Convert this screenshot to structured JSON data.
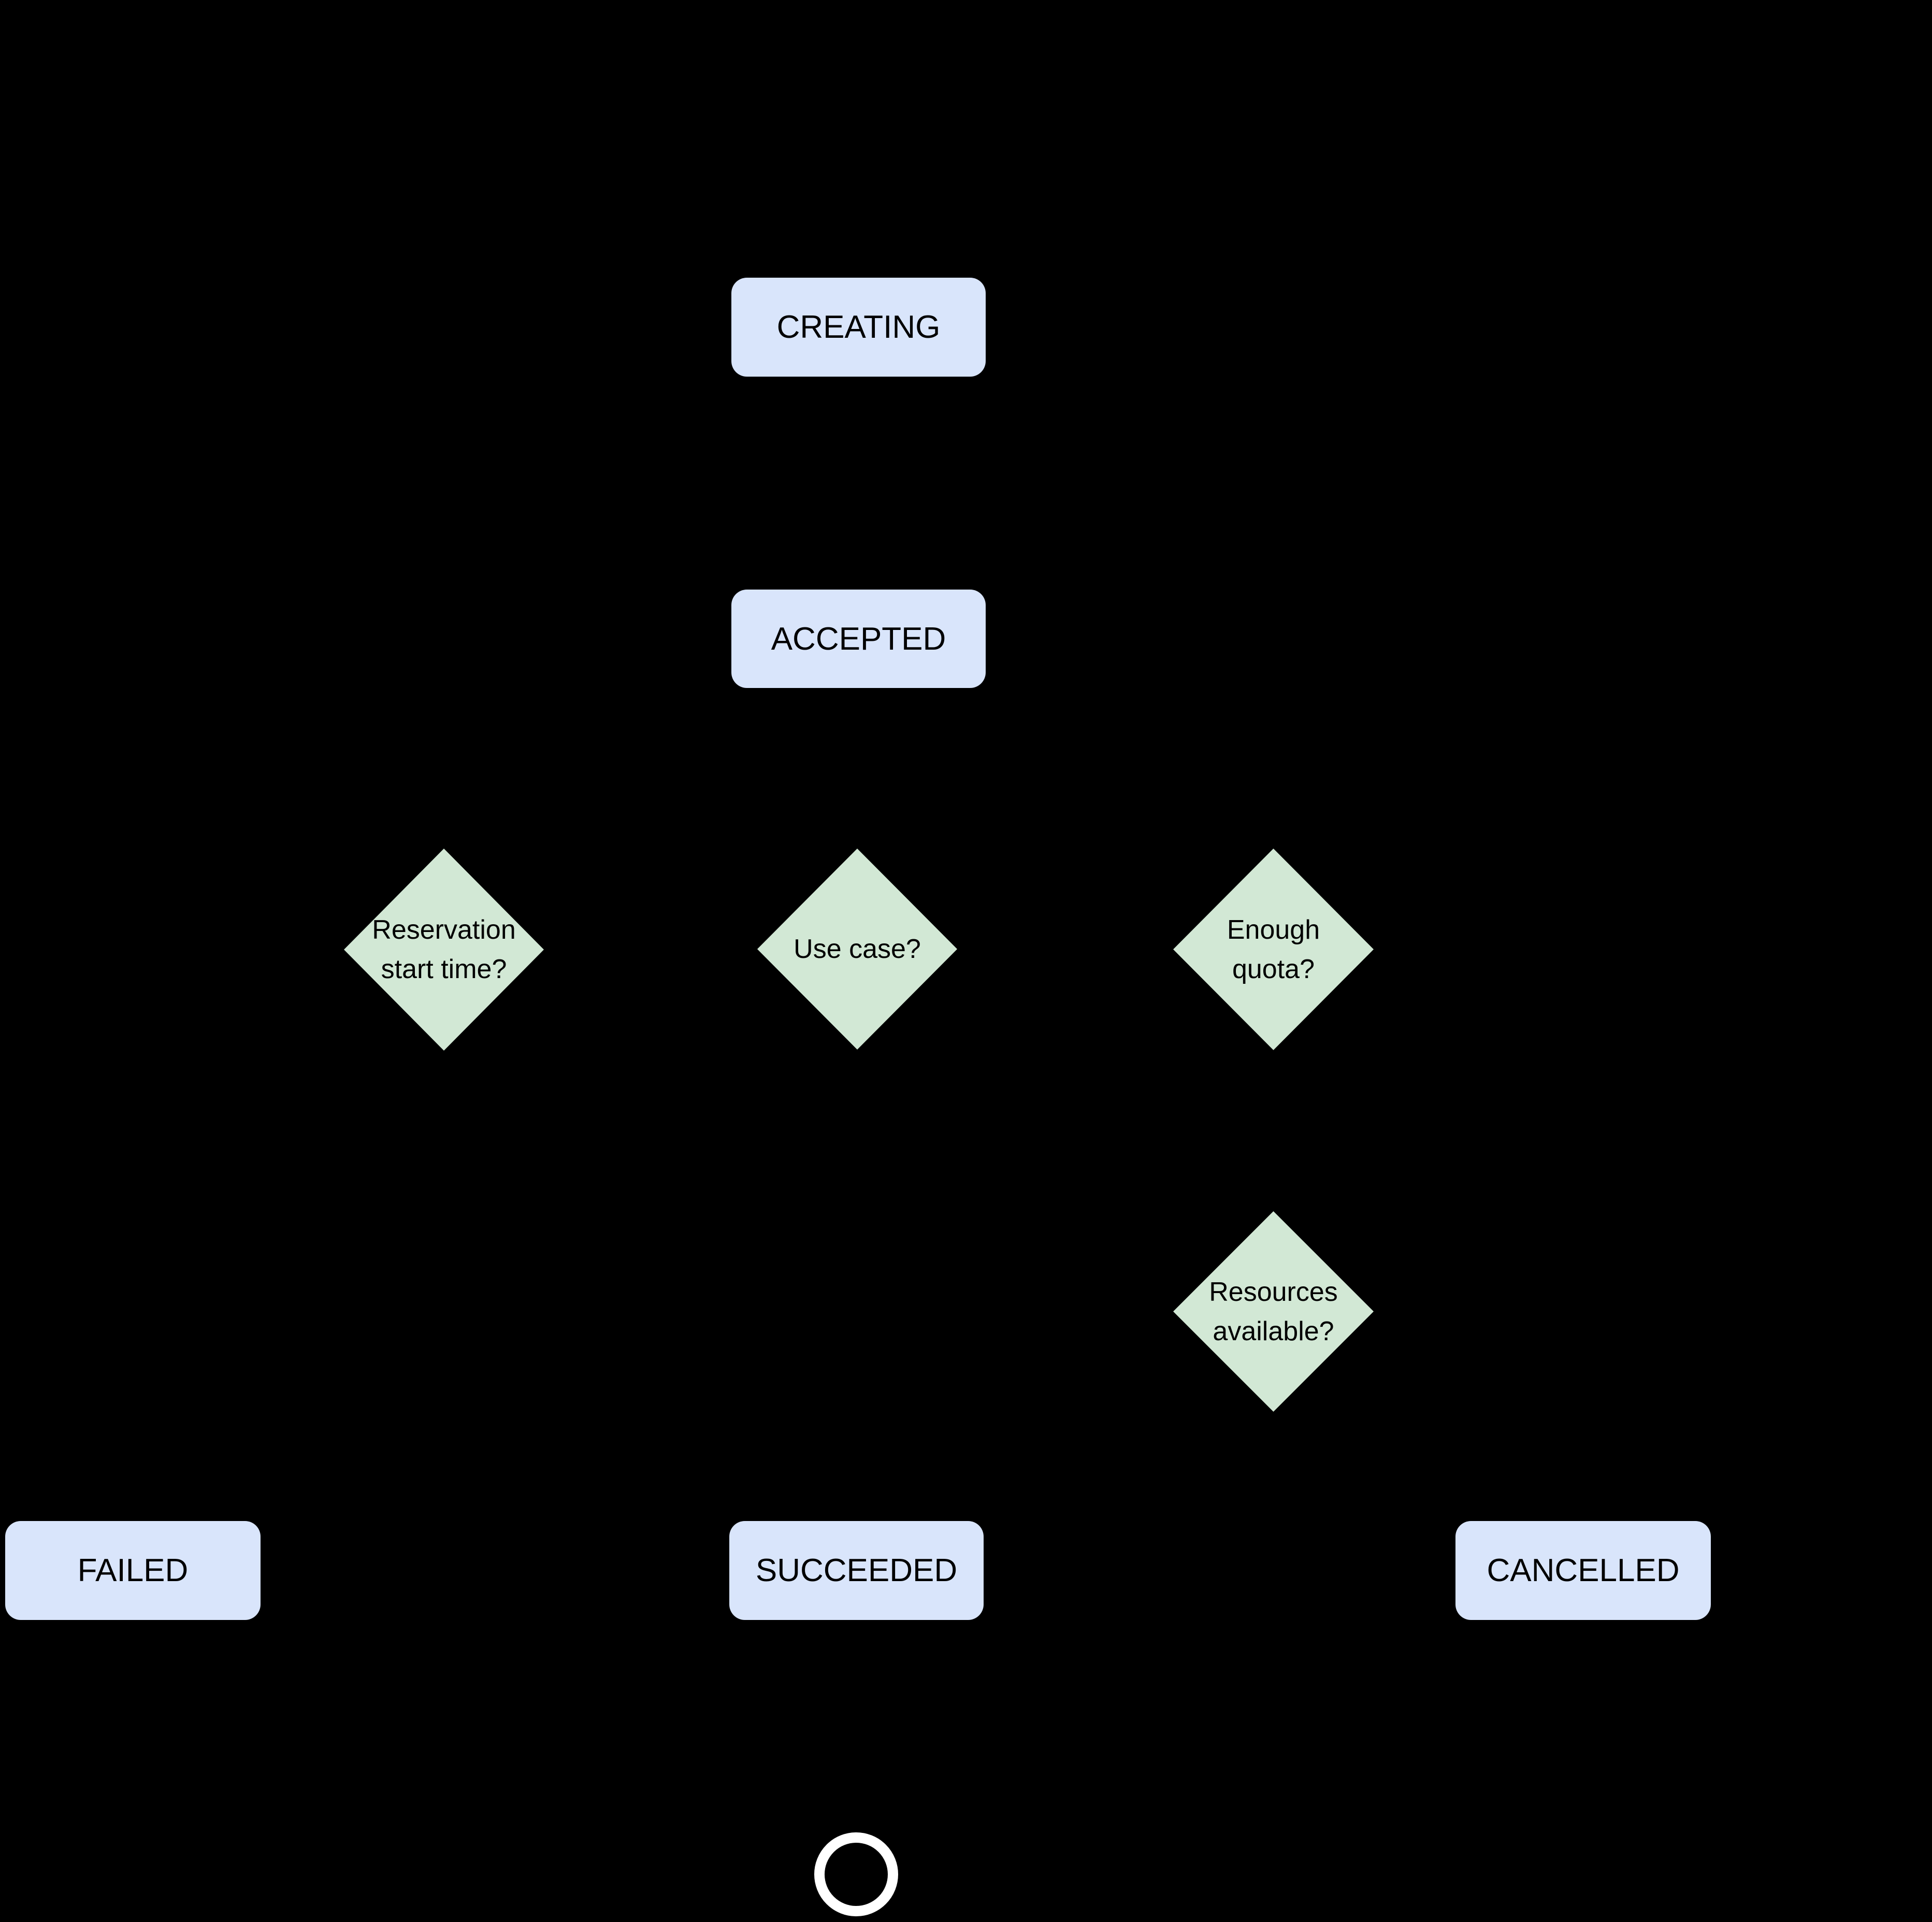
{
  "colors": {
    "background": "#000000",
    "state_fill": "#d9e5fb",
    "decision_fill": "#d2e8d5",
    "text": "#000000",
    "end_ring": "#ffffff"
  },
  "nodes": {
    "creating": {
      "label": "CREATING"
    },
    "accepted": {
      "label": "ACCEPTED"
    },
    "reservation_start_time": {
      "lines": [
        "Reservation",
        "start time?"
      ]
    },
    "use_case": {
      "lines": [
        "Use case?"
      ]
    },
    "enough_quota": {
      "lines": [
        "Enough",
        "quota?"
      ]
    },
    "resources_available": {
      "lines": [
        "Resources",
        "available?"
      ]
    },
    "failed": {
      "label": "FAILED"
    },
    "succeeded": {
      "label": "SUCCEEDED"
    },
    "cancelled": {
      "label": "CANCELLED"
    }
  }
}
